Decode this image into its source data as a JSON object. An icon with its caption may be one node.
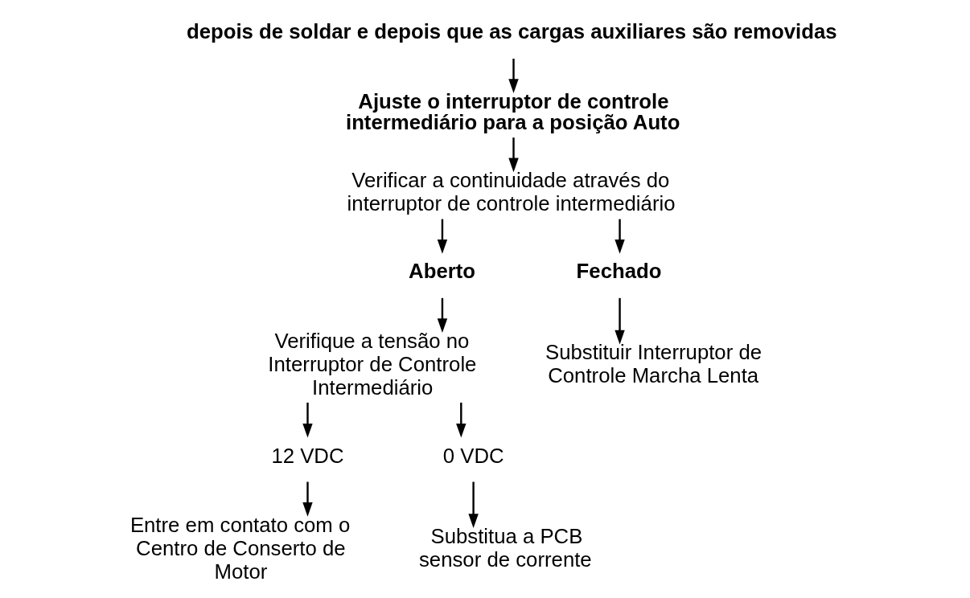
{
  "diagram": {
    "nodes": [
      {
        "text": [
          "depois de soldar e depois que as cargas auxiliares são removidas"
        ]
      },
      {
        "text": [
          "Ajuste o interruptor de controle intermediário para a posição Auto"
        ]
      },
      {
        "text": [
          "Verificar a continuidade através do interruptor de controle intermediário"
        ]
      },
      {
        "text": [
          "Aberto"
        ]
      },
      {
        "text": [
          "Fechado"
        ]
      },
      {
        "text": [
          "Verifique a tensão no Interruptor de Controle Intermediário"
        ]
      },
      {
        "text": [
          "Substituir Interruptor de Controle Marcha Lenta"
        ]
      },
      {
        "text": [
          "12 VDC"
        ]
      },
      {
        "text": [
          "0 VDC"
        ]
      },
      {
        "text": [
          "Entre em contato com o Centro de Conserto de Motor"
        ]
      },
      {
        "text": [
          "Substitua a PCB sensor de corrente"
        ]
      }
    ],
    "edges": [
      {
        "from": 0,
        "to": 1,
        "arrow": "to"
      },
      {
        "from": 1,
        "to": 2,
        "arrow": "to"
      },
      {
        "from": 2,
        "to": 3,
        "arrow": "to"
      },
      {
        "from": 2,
        "to": 4,
        "arrow": "to"
      },
      {
        "from": 3,
        "to": 5,
        "arrow": "to"
      },
      {
        "from": 4,
        "to": 6,
        "arrow": "to"
      },
      {
        "from": 5,
        "to": 7,
        "arrow": "to"
      },
      {
        "from": 5,
        "to": 8,
        "arrow": "to"
      },
      {
        "from": 7,
        "to": 9,
        "arrow": "to"
      },
      {
        "from": 8,
        "to": 10,
        "arrow": "to"
      }
    ]
  }
}
